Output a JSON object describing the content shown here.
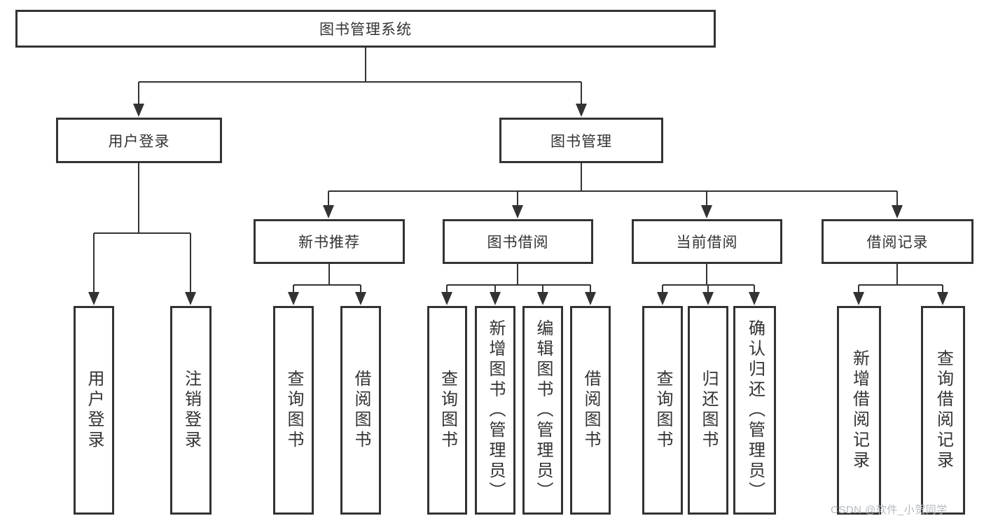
{
  "tree": {
    "root": {
      "label": "图书管理系统"
    },
    "children": [
      {
        "label": "用户登录",
        "children": [
          {
            "label": "用户登录"
          },
          {
            "label": "注销登录"
          }
        ]
      },
      {
        "label": "图书管理",
        "children": [
          {
            "label": "新书推荐",
            "children": [
              {
                "label": "查询图书"
              },
              {
                "label": "借阅图书"
              }
            ]
          },
          {
            "label": "图书借阅",
            "children": [
              {
                "label": "查询图书"
              },
              {
                "label": "新增图书（管理员）"
              },
              {
                "label": "编辑图书（管理员）"
              },
              {
                "label": "借阅图书"
              }
            ]
          },
          {
            "label": "当前借阅",
            "children": [
              {
                "label": "查询图书"
              },
              {
                "label": "归还图书"
              },
              {
                "label": "确认归还（管理员）"
              }
            ]
          },
          {
            "label": "借阅记录",
            "children": [
              {
                "label": "新增借阅记录"
              },
              {
                "label": "查询借阅记录"
              }
            ]
          }
        ]
      }
    ]
  },
  "watermark": {
    "text": "CSDN @软件_小贺同学"
  },
  "colors": {
    "line": "#333333",
    "text": "#333333",
    "box_background": "#ffffff",
    "page_background": "#ffffff",
    "watermark": "#b4b9be"
  }
}
